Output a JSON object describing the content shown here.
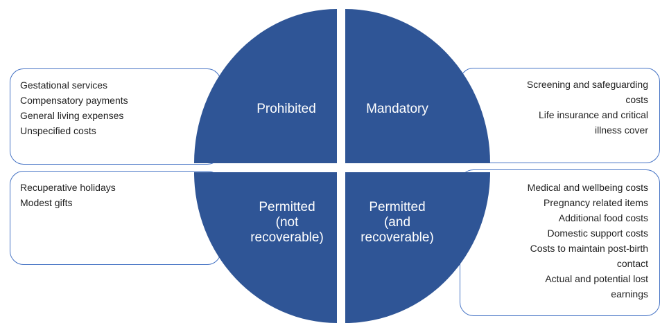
{
  "colors": {
    "circle_fill": "#2F5596",
    "box_border": "#4472C4",
    "box_text": "#1F1F1F",
    "label_text": "#FFFFFF"
  },
  "quadrants": {
    "top_left": {
      "label_lines": [
        "Prohibited"
      ]
    },
    "top_right": {
      "label_lines": [
        "Mandatory"
      ]
    },
    "bottom_left": {
      "label_lines": [
        "Permitted",
        "(not",
        "recoverable)"
      ]
    },
    "bottom_right": {
      "label_lines": [
        "Permitted",
        "(and",
        "recoverable)"
      ]
    }
  },
  "boxes": {
    "top_left": {
      "lines": [
        "Gestational services",
        "Compensatory payments",
        "General living expenses",
        "Unspecified costs"
      ]
    },
    "top_right": {
      "lines": [
        "Screening and safeguarding",
        "costs",
        "Life insurance and critical",
        "illness cover"
      ]
    },
    "bottom_left": {
      "lines": [
        "Recuperative holidays",
        "Modest gifts"
      ]
    },
    "bottom_right": {
      "lines": [
        "Medical and wellbeing costs",
        "Pregnancy related items",
        "Additional food costs",
        "Domestic support costs",
        "Costs to maintain post-birth",
        "contact",
        "Actual and potential lost",
        "earnings"
      ]
    }
  }
}
